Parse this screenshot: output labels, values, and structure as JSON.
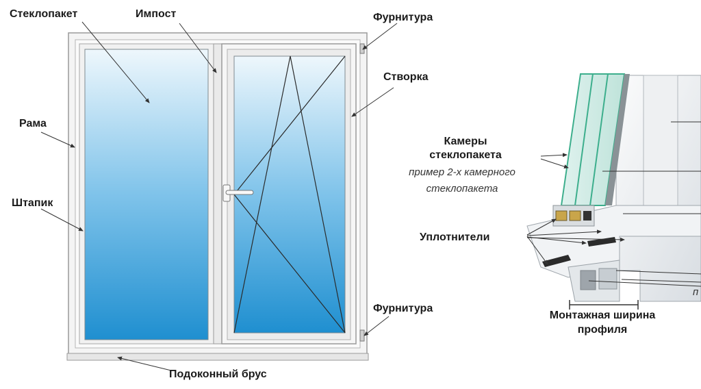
{
  "labels": {
    "steklopaket": "Стеклопакет",
    "impost": "Импост",
    "furnitura_top": "Фурнитура",
    "stvorka": "Створка",
    "rama": "Рама",
    "shtapik": "Штапик",
    "furnitura_bottom": "Фурнитура",
    "podokonny": "Подоконный брус",
    "kamery_line1": "Камеры",
    "kamery_line2": "стеклопакета",
    "example_line1": "пример 2-х камерного",
    "example_line2": "стеклопакета",
    "uplotniteli": "Уплотнители",
    "montazh_line1": "Монтажная ширина",
    "montazh_line2": "профиля",
    "cut_letter": "п"
  },
  "colors": {
    "glass_top": "#e8f4fb",
    "glass_bottom": "#1f8fd0",
    "frame": "#f4f4f4",
    "frame_edge": "#9a9a9a",
    "glass_edge_green": "#3cae8c"
  }
}
